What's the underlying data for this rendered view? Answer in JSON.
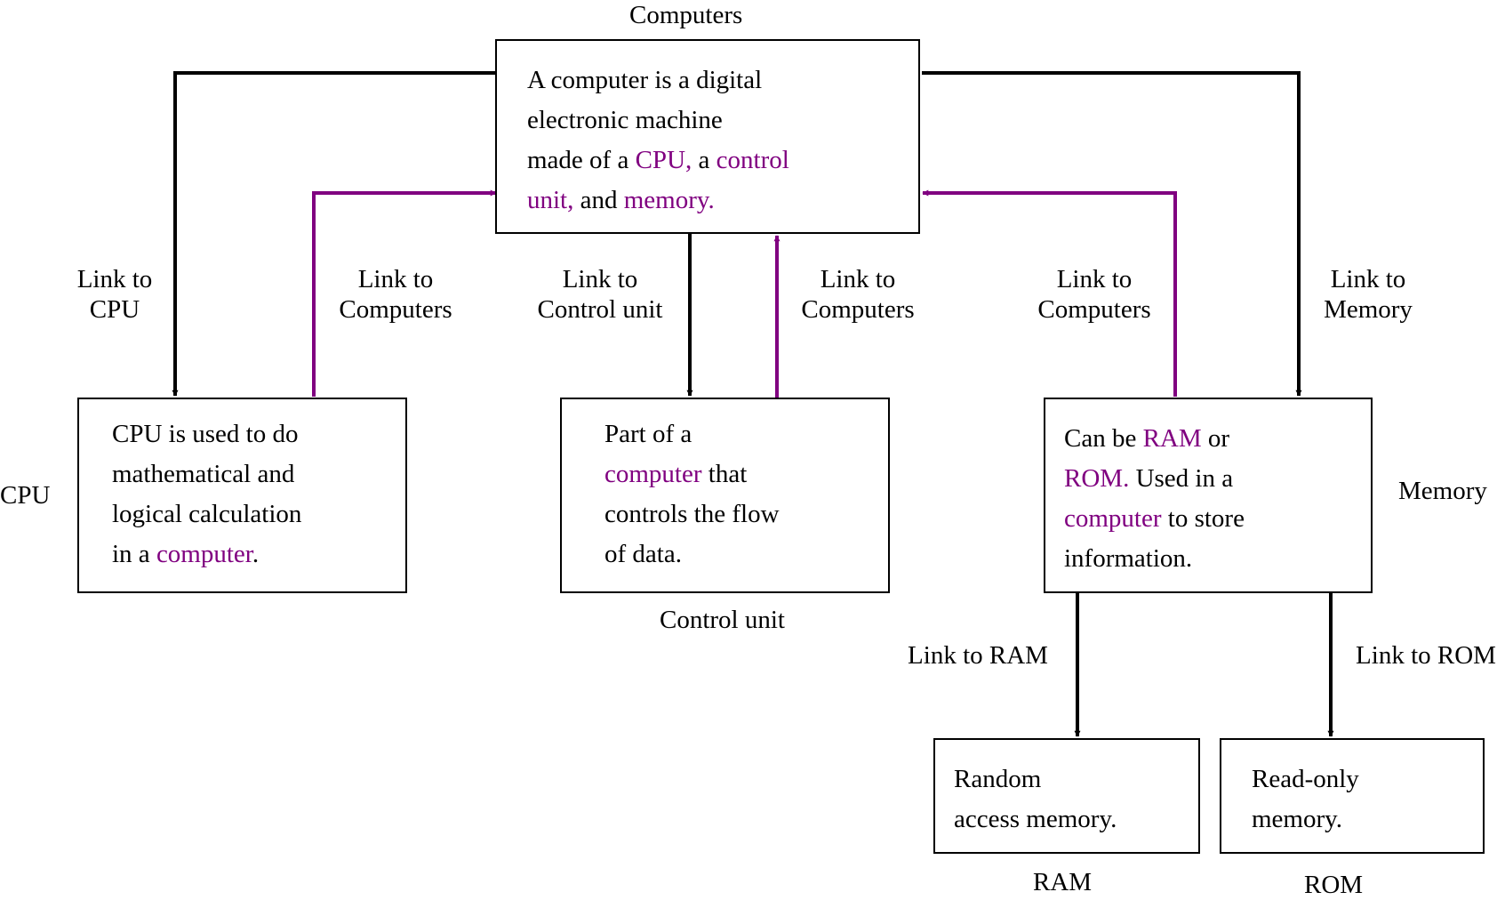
{
  "colors": {
    "ink": "#000000",
    "link": "#800080"
  },
  "nodes": {
    "computers": {
      "caption": "Computers",
      "lines": [
        [
          {
            "t": "A computer is a digital"
          }
        ],
        [
          {
            "t": "electronic machine"
          }
        ],
        [
          {
            "t": "made of a "
          },
          {
            "t": "CPU,",
            "link": true
          },
          {
            "t": " a "
          },
          {
            "t": "control",
            "link": true
          }
        ],
        [
          {
            "t": "unit,",
            "link": true
          },
          {
            "t": " and "
          },
          {
            "t": "memory.",
            "link": true
          }
        ]
      ]
    },
    "cpu": {
      "caption": "CPU",
      "lines": [
        [
          {
            "t": "CPU is used to do"
          }
        ],
        [
          {
            "t": "mathematical and"
          }
        ],
        [
          {
            "t": "logical calculation"
          }
        ],
        [
          {
            "t": "in a "
          },
          {
            "t": "computer",
            "link": true
          },
          {
            "t": "."
          }
        ]
      ]
    },
    "control_unit": {
      "caption": "Control unit",
      "lines": [
        [
          {
            "t": "Part of a"
          }
        ],
        [
          {
            "t": "computer",
            "link": true
          },
          {
            "t": " that"
          }
        ],
        [
          {
            "t": "controls the flow"
          }
        ],
        [
          {
            "t": "of data."
          }
        ]
      ]
    },
    "memory": {
      "caption": "Memory",
      "lines": [
        [
          {
            "t": "Can be "
          },
          {
            "t": "RAM",
            "link": true
          },
          {
            "t": " or"
          }
        ],
        [
          {
            "t": "ROM.",
            "link": true
          },
          {
            "t": " Used in a"
          }
        ],
        [
          {
            "t": "computer",
            "link": true
          },
          {
            "t": " to store"
          }
        ],
        [
          {
            "t": "information."
          }
        ]
      ]
    },
    "ram": {
      "caption": "RAM",
      "lines": [
        [
          {
            "t": "Random"
          }
        ],
        [
          {
            "t": "access memory."
          }
        ]
      ]
    },
    "rom": {
      "caption": "ROM",
      "lines": [
        [
          {
            "t": "Read-only"
          }
        ],
        [
          {
            "t": "memory."
          }
        ]
      ]
    }
  },
  "edges": {
    "computers_to_cpu": [
      "Link to",
      "CPU"
    ],
    "cpu_to_computers": [
      "Link to",
      "Computers"
    ],
    "computers_to_control_unit": [
      "Link to",
      "Control unit"
    ],
    "control_unit_to_computers": [
      "Link to",
      "Computers"
    ],
    "memory_to_computers": [
      "Link to",
      "Computers"
    ],
    "computers_to_memory": [
      "Link to",
      "Memory"
    ],
    "memory_to_ram": [
      "Link to RAM"
    ],
    "memory_to_rom": [
      "Link to ROM"
    ]
  }
}
